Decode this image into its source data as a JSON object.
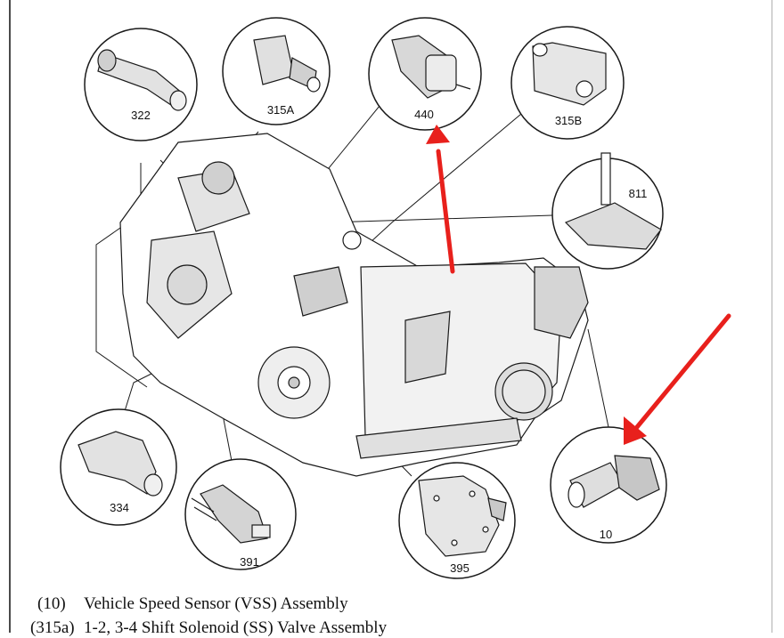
{
  "callouts": [
    {
      "id": "322",
      "label": "322"
    },
    {
      "id": "315A",
      "label": "315A"
    },
    {
      "id": "440",
      "label": "440"
    },
    {
      "id": "315B",
      "label": "315B"
    },
    {
      "id": "811",
      "label": "811"
    },
    {
      "id": "334",
      "label": "334"
    },
    {
      "id": "391",
      "label": "391"
    },
    {
      "id": "395",
      "label": "395"
    },
    {
      "id": "10",
      "label": "10"
    }
  ],
  "legend": [
    {
      "code": "(10)",
      "description": "Vehicle Speed Sensor (VSS) Assembly"
    },
    {
      "code": "(315a)",
      "description": "1-2, 3-4 Shift Solenoid (SS) Valve Assembly"
    }
  ],
  "colors": {
    "line": "#1a1a1a",
    "highlight_arrow": "#e8201c",
    "background": "#ffffff"
  },
  "icons": [
    "red-arrow-icon"
  ]
}
